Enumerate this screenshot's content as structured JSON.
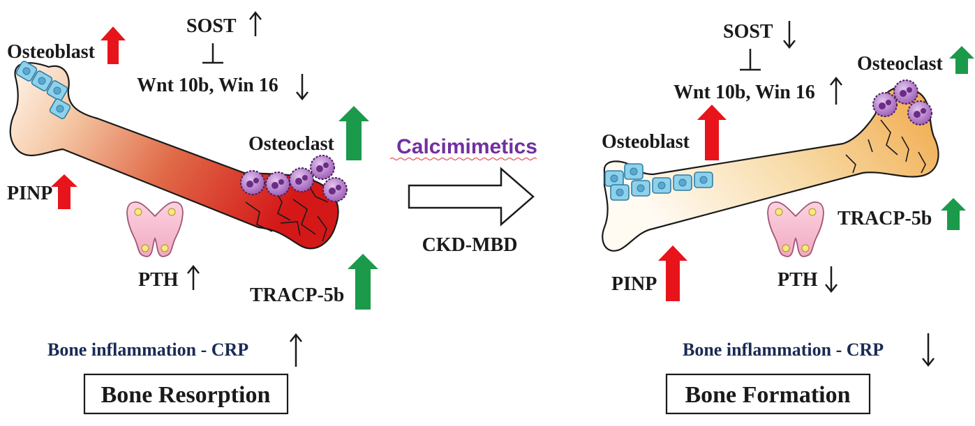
{
  "colors": {
    "up_red": "#e8141b",
    "up_green": "#1a9a4a",
    "drug": "#7030a0",
    "navy": "#1a2a55",
    "resorption_bone": "#d42020",
    "formation_bone": "#f0b050",
    "osteoblast": "#7ec8e3",
    "osteoclast": "#8a4aa0",
    "thyroid": "#f4b6c8"
  },
  "icons": {
    "osteoblast_cell": "osteoblast-cell-icon",
    "osteoclast_cell": "osteoclast-cell-icon",
    "parathyroid": "parathyroid-gland-icon",
    "arrow_up": "arrow-up-icon",
    "arrow_down": "arrow-down-icon",
    "inhibit": "inhibition-tbar-icon",
    "transition": "hollow-right-arrow-icon"
  },
  "left": {
    "osteoblast": "Osteoblast",
    "sost": "SOST",
    "wnt": "Wnt 10b, Win 16",
    "osteoclast": "Osteoclast",
    "pinp": "PINP",
    "pth": "PTH",
    "tracp": "TRACP",
    "tracp_suffix": "-5b",
    "crp": "Bone inflammation - CRP",
    "box": "Bone Resorption"
  },
  "middle": {
    "drug": "Calcimimetics",
    "condition": "CKD-MBD"
  },
  "right": {
    "sost": "SOST",
    "wnt": "Wnt 10b, Win 16",
    "osteoclast": "Osteoclast",
    "osteoblast": "Osteoblast",
    "tracp": "TRACP",
    "tracp_suffix": "-5b",
    "pinp": "PINP",
    "pth": "PTH",
    "crp": "Bone inflammation - CRP",
    "box": "Bone Formation"
  }
}
